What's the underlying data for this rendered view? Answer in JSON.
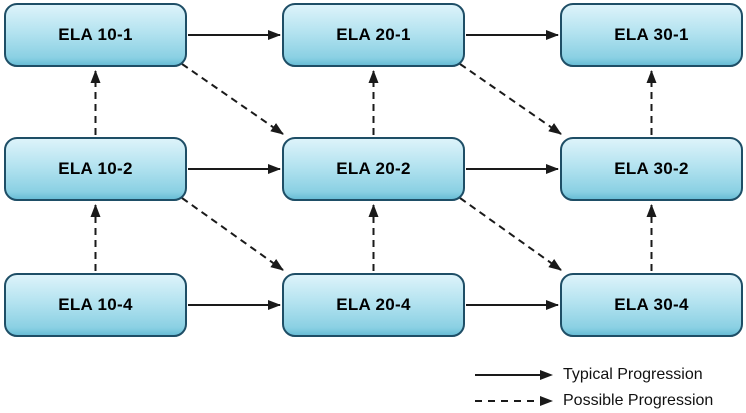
{
  "nodes": [
    {
      "id": "ela-10-1",
      "label": "ELA 10-1"
    },
    {
      "id": "ela-20-1",
      "label": "ELA 20-1"
    },
    {
      "id": "ela-30-1",
      "label": "ELA 30-1"
    },
    {
      "id": "ela-10-2",
      "label": "ELA 10-2"
    },
    {
      "id": "ela-20-2",
      "label": "ELA 20-2"
    },
    {
      "id": "ela-30-2",
      "label": "ELA 30-2"
    },
    {
      "id": "ela-10-4",
      "label": "ELA 10-4"
    },
    {
      "id": "ela-20-4",
      "label": "ELA 20-4"
    },
    {
      "id": "ela-30-4",
      "label": "ELA 30-4"
    }
  ],
  "edges": [
    {
      "from": "ela-10-1",
      "to": "ela-20-1",
      "type": "typical"
    },
    {
      "from": "ela-20-1",
      "to": "ela-30-1",
      "type": "typical"
    },
    {
      "from": "ela-10-2",
      "to": "ela-20-2",
      "type": "typical"
    },
    {
      "from": "ela-20-2",
      "to": "ela-30-2",
      "type": "typical"
    },
    {
      "from": "ela-10-4",
      "to": "ela-20-4",
      "type": "typical"
    },
    {
      "from": "ela-20-4",
      "to": "ela-30-4",
      "type": "typical"
    },
    {
      "from": "ela-10-2",
      "to": "ela-10-1",
      "type": "possible"
    },
    {
      "from": "ela-10-4",
      "to": "ela-10-2",
      "type": "possible"
    },
    {
      "from": "ela-20-2",
      "to": "ela-20-1",
      "type": "possible"
    },
    {
      "from": "ela-20-4",
      "to": "ela-20-2",
      "type": "possible"
    },
    {
      "from": "ela-30-2",
      "to": "ela-30-1",
      "type": "possible"
    },
    {
      "from": "ela-30-4",
      "to": "ela-30-2",
      "type": "possible"
    },
    {
      "from": "ela-10-1",
      "to": "ela-20-2",
      "type": "possible"
    },
    {
      "from": "ela-20-1",
      "to": "ela-30-2",
      "type": "possible"
    },
    {
      "from": "ela-10-2",
      "to": "ela-20-4",
      "type": "possible"
    },
    {
      "from": "ela-20-2",
      "to": "ela-30-4",
      "type": "possible"
    }
  ],
  "legend": {
    "items": [
      {
        "type": "typical",
        "label": "Typical Progression"
      },
      {
        "type": "possible",
        "label": "Possible Progression"
      }
    ]
  },
  "colors": {
    "node_fill_top": "#ddf3fa",
    "node_fill_bottom": "#69bdd6",
    "node_border": "#1e4e66",
    "arrow": "#1a1a1a",
    "background": "#ffffff"
  }
}
